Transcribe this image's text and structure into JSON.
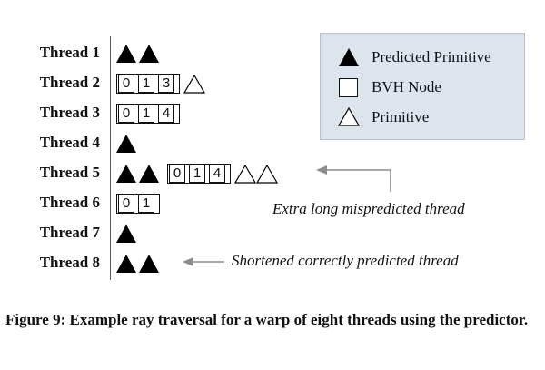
{
  "threads": [
    {
      "label": "Thread 1",
      "predicted": 2,
      "nodes": [],
      "primitives": 0
    },
    {
      "label": "Thread 2",
      "predicted": 0,
      "nodes": [
        "0",
        "1",
        "3"
      ],
      "primitives": 1
    },
    {
      "label": "Thread 3",
      "predicted": 0,
      "nodes": [
        "0",
        "1",
        "4"
      ],
      "primitives": 0
    },
    {
      "label": "Thread 4",
      "predicted": 1,
      "nodes": [],
      "primitives": 0
    },
    {
      "label": "Thread 5",
      "predicted": 2,
      "nodes": [
        "0",
        "1",
        "4"
      ],
      "primitives": 2
    },
    {
      "label": "Thread 6",
      "predicted": 0,
      "nodes": [
        "0",
        "1"
      ],
      "primitives": 0
    },
    {
      "label": "Thread 7",
      "predicted": 1,
      "nodes": [],
      "primitives": 0
    },
    {
      "label": "Thread 8",
      "predicted": 2,
      "nodes": [],
      "primitives": 0
    }
  ],
  "legend": {
    "predicted_primitive": "Predicted Primitive",
    "bvh_node": "BVH Node",
    "primitive": "Primitive"
  },
  "annotations": {
    "mispredicted": "Extra long mispredicted thread",
    "shortened": "Shortened correctly predicted thread"
  },
  "caption": "Figure 9: Example ray traversal for a warp of eight threads using the predictor.",
  "colors": {
    "legend_bg": "#dde4ee",
    "arrow": "#8c8c8c",
    "ink": "#000000"
  }
}
